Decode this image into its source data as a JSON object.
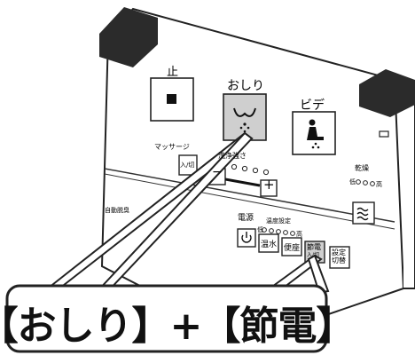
{
  "panel": {
    "stop_label": "止",
    "oshiri_label": "おしり",
    "bidet_label": "ビデ",
    "massage_label": "マッサージ",
    "massage_btn": "入/切",
    "wash_strength_label": "洗浄強さ",
    "auto_label": "自動脱臭",
    "dry_label": "乾燥",
    "dry_low": "低",
    "dry_high": "高",
    "power_label": "電源",
    "temp_setting_label": "温度設定",
    "temp_low": "低",
    "temp_high": "高",
    "warm_water_btn": "温水",
    "seat_btn": "便座",
    "save_btn_l1": "節電",
    "save_btn_l2": "入/切",
    "setting_btn_l1": "設定",
    "setting_btn_l2": "切替",
    "minus_sign": "−",
    "plus_sign": "+"
  },
  "callout": {
    "text": "【おしり】+【節電】"
  },
  "colors": {
    "panel": "#ffffff",
    "dark": "#2b2b2b",
    "highlight_button": "#cfcfcf"
  }
}
